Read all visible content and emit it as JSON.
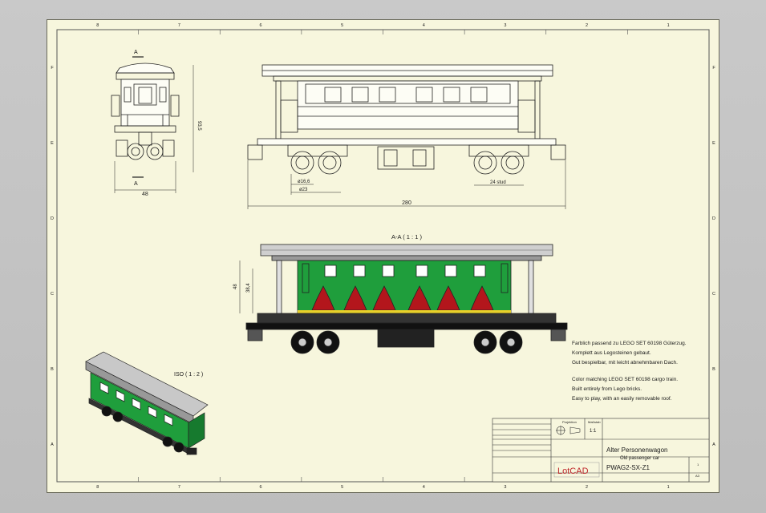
{
  "colors": {
    "paper": "#f7f6dd",
    "line": "#222222",
    "frame": "#6a6a5a",
    "car_green": "#1f9e3c",
    "seat_red": "#b3161c",
    "roof_grey": "#bdbdbd",
    "logo_red": "#c0282d"
  },
  "frame": {
    "columns": [
      "8",
      "7",
      "6",
      "5",
      "4",
      "3",
      "2",
      "1"
    ],
    "rows": [
      "F",
      "E",
      "D",
      "C",
      "B",
      "A"
    ]
  },
  "views": {
    "section_label": "A-A ( 1 : 1 )",
    "iso_label": "ISO ( 1 : 2 )",
    "cut_marker": "A"
  },
  "dimensions": {
    "end_height": "93,5",
    "end_width": "48",
    "wheel_small": "ø16,6",
    "wheel_large": "ø23",
    "bogie_spacing": "24 stud",
    "overall_length": "280",
    "section_height": "48",
    "section_inner": "38,4"
  },
  "notes_de": [
    "Farblich passend zu LEGO SET 60198 Güterzug.",
    "Komplett aus Legosteinen gebaut.",
    "Gut bespielbar, mit leicht abnehmbaren Dach."
  ],
  "notes_en": [
    "Color matching LEGO SET 60198 cargo train.",
    "Built entirely from Lego bricks.",
    "Easy to play, with an easily removable roof."
  ],
  "title_block": {
    "projection_label": "Projektion",
    "scale_label": "Maßstab",
    "scale": "1:1",
    "title_de": "Alter Personenwagon",
    "title_en": "Old passenger car",
    "logo": "LotCAD",
    "drawing_number": "PWAG2-SX-Z1",
    "sheet": "1",
    "sheet_total": "A3"
  }
}
